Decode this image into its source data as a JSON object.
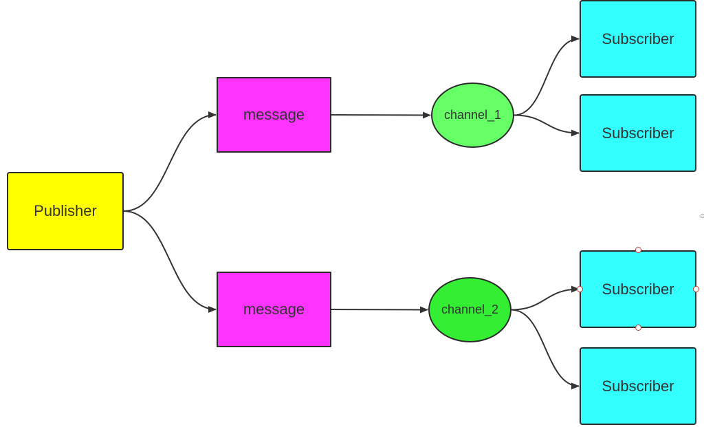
{
  "diagram": {
    "colors": {
      "publisher": "#ffff00",
      "message": "#ff33ff",
      "channel_1": "#66ff66",
      "channel_2": "#33ee33",
      "subscriber": "#33ffff",
      "edge": "#333333"
    },
    "nodes": {
      "publisher": "Publisher",
      "message_top": "message",
      "message_bottom": "message",
      "channel_1": "channel_1",
      "channel_2": "channel_2",
      "subscriber_1": "Subscriber",
      "subscriber_2": "Subscriber",
      "subscriber_3": "Subscriber",
      "subscriber_4": "Subscriber"
    },
    "edges": [
      [
        "publisher",
        "message_top"
      ],
      [
        "publisher",
        "message_bottom"
      ],
      [
        "message_top",
        "channel_1"
      ],
      [
        "message_bottom",
        "channel_2"
      ],
      [
        "channel_1",
        "subscriber_1"
      ],
      [
        "channel_1",
        "subscriber_2"
      ],
      [
        "channel_2",
        "subscriber_3"
      ],
      [
        "channel_2",
        "subscriber_4"
      ]
    ],
    "selected_node": "subscriber_3"
  }
}
